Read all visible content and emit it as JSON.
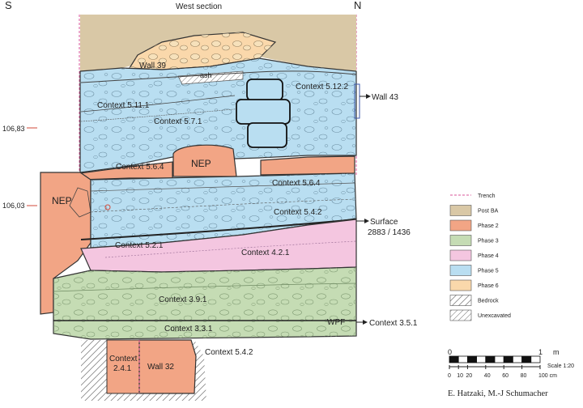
{
  "header": {
    "south": "S",
    "north": "N",
    "title": "West section"
  },
  "elevations": [
    "106,83",
    "106,03"
  ],
  "labels": {
    "wall39": "Wall 39",
    "ash": "ash",
    "ctx_5_12_2": "Context 5.12.2",
    "wall43": "Wall 43",
    "ctx_5_11_1": "Context 5.11.1",
    "ctx_5_7_1": "Context 5.7.1",
    "ctx_5_6_4_a": "Context 5.6.4",
    "nep_a": "NEP",
    "ctx_5_6_4_b": "Context 5.6.4",
    "nep_b": "NEP",
    "ctx_5_4_2_a": "Context 5.4.2",
    "surface_1": "Surface",
    "surface_2": "2883 / 1436",
    "ctx_5_2_1": "Context 5.2.1",
    "ctx_4_2_1": "Context 4.2.1",
    "ctx_3_9_1": "Context 3.9.1",
    "wpf": "WPF",
    "ctx_3_5_1": "Context 3.5.1",
    "ctx_3_3_1": "Context 3.3.1",
    "ctx_2_4_1_a": "Context",
    "ctx_2_4_1_b": "2.4.1",
    "wall32": "Wall 32",
    "ctx_5_4_2_b": "Context 5.4.2"
  },
  "legend": [
    {
      "label": "Trench",
      "kind": "dashed",
      "color": "#d8569a"
    },
    {
      "label": "Post BA",
      "kind": "swatch",
      "color": "#d9c8a6"
    },
    {
      "label": "Phase 2",
      "kind": "swatch",
      "color": "#f2a585"
    },
    {
      "label": "Phase 3",
      "kind": "swatch",
      "color": "#c5dcb4"
    },
    {
      "label": "Phase 4",
      "kind": "swatch",
      "color": "#f4c6e0"
    },
    {
      "label": "Phase 5",
      "kind": "swatch",
      "color": "#b9def1"
    },
    {
      "label": "Phase 6",
      "kind": "swatch",
      "color": "#fad8ab"
    },
    {
      "label": "Bedrock",
      "kind": "bedrock",
      "color": "#ffffff"
    },
    {
      "label": "Unexcavated",
      "kind": "hatch",
      "color": "#ffffff"
    }
  ],
  "scale": {
    "zero": "0",
    "one": "1",
    "unit": "m",
    "ratio": "Scale 1:20",
    "ticks": [
      "0",
      "10",
      "20",
      "40",
      "60",
      "80",
      "100 cm"
    ]
  },
  "credit": "E. Hatzaki, M.-J Schumacher"
}
